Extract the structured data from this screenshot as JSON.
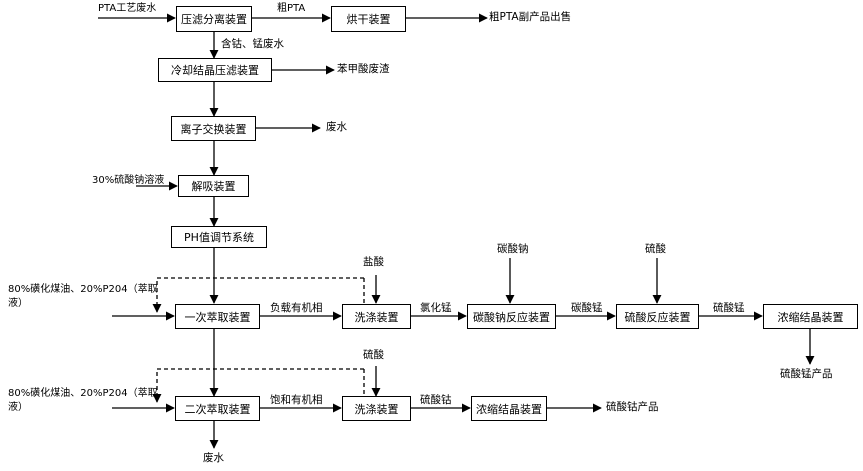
{
  "boxes": {
    "filter_separation": "压滤分离装置",
    "dryer": "烘干装置",
    "cooling_crystallization": "冷却结晶压滤装置",
    "ion_exchange": "离子交换装置",
    "desorption": "解吸装置",
    "ph_adjust": "PH值调节系统",
    "primary_extraction": "一次萃取装置",
    "washing_1": "洗涤装置",
    "sodium_carbonate_reaction": "碳酸钠反应装置",
    "sulfuric_acid_reaction": "硫酸反应装置",
    "concentration_crystallization_1": "浓缩结晶装置",
    "secondary_extraction": "二次萃取装置",
    "washing_2": "洗涤装置",
    "concentration_crystallization_2": "浓缩结晶装置"
  },
  "labels": {
    "pta_waste": "PTA工艺废水",
    "crude_pta": "粗PTA",
    "crude_pta_product": "粗PTA副产品出售",
    "co_mn_waste": "含钴、锰废水",
    "benzoic_residue": "苯甲酸废渣",
    "waste_water_1": "废水",
    "sodium_sulfate": "30%硫酸钠溶液",
    "extractant_1": "80%磺化煤油、20%P204（萃取液）",
    "extractant_2": "80%磺化煤油、20%P204（萃取液）",
    "loaded_organic": "负载有机相",
    "hydrochloric_acid": "盐酸",
    "mn_chloride": "氯化锰",
    "sodium_carbonate": "碳酸钠",
    "mn_carbonate": "碳酸锰",
    "sulfuric_acid_1": "硫酸",
    "mn_sulfate": "硫酸锰",
    "mn_sulfate_product": "硫酸锰产品",
    "saturated_organic": "饱和有机相",
    "sulfuric_acid_2": "硫酸",
    "co_sulfate": "硫酸钴",
    "co_sulfate_product": "硫酸钴产品",
    "waste_water_2": "废水"
  }
}
